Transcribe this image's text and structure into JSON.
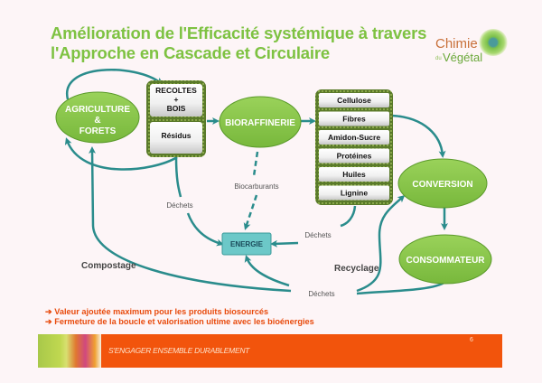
{
  "title": {
    "line1": "Amélioration de l'Efficacité systémique à travers",
    "line2": "l'Approche en Cascade et Circulaire"
  },
  "logo": {
    "line1": "Chimie",
    "du": "du",
    "line2": "Végétal"
  },
  "nodes": {
    "agriculture": {
      "line1": "AGRICULTURE",
      "line2": "&",
      "line3": "FORETS"
    },
    "bioraffinerie": "BIORAFFINERIE",
    "conversion": "CONVERSION",
    "consommateur": "CONSOMMATEUR",
    "energie": "ENERGIE"
  },
  "inputs_box": {
    "recoltes": {
      "line1": "RECOLTES",
      "line2": "+",
      "line3": "BOIS"
    },
    "residus": "Résidus"
  },
  "products_box": [
    "Cellulose",
    "Fibres",
    "Amidon-Sucre",
    "Protéines",
    "Huiles",
    "Lignine"
  ],
  "labels": {
    "biocarburants": "Biocarburants",
    "dechets_1": "Déchets",
    "dechets_2": "Déchets",
    "dechets_3": "Déchets",
    "compostage": "Compostage",
    "recyclage": "Recyclage"
  },
  "bullets": [
    "➔ Valeur ajoutée maximum pour les produits biosourcés",
    "➔ Fermeture de la boucle et valorisation ultime avec les bioénergies"
  ],
  "footer": {
    "slogan": "S'ENGAGER ENSEMBLE DURABLEMENT",
    "page_number": "6"
  },
  "colors": {
    "title": "#7ec242",
    "arrow": "#2a8c8c",
    "node_fill": "#8cc84e",
    "footer": "#f2540c",
    "bullet": "#e84a0c"
  }
}
